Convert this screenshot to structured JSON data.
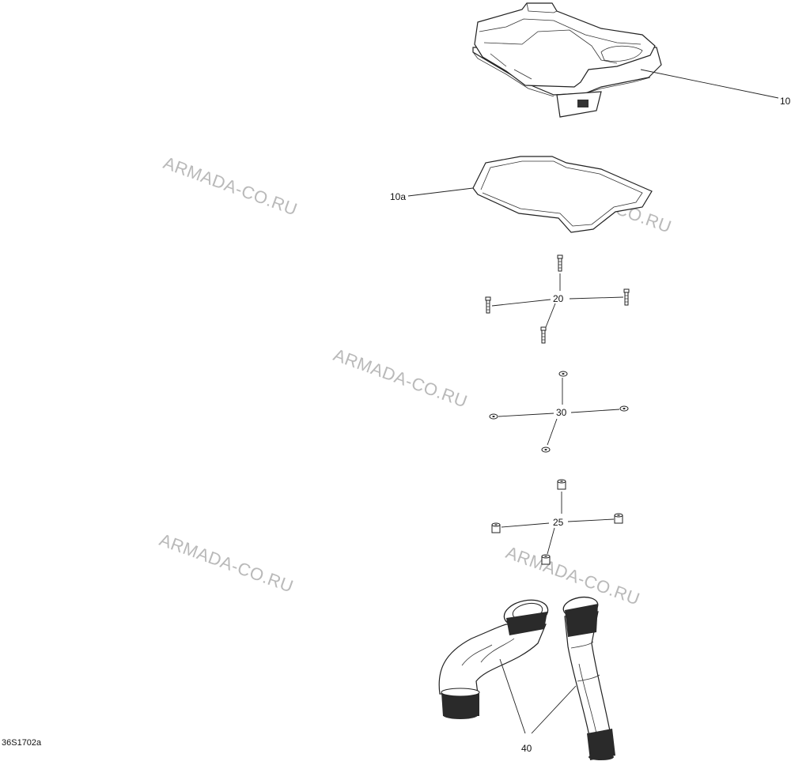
{
  "watermark": {
    "text": "ARMADA-CO.RU"
  },
  "callouts": {
    "airbox": "10",
    "gasket": "10a",
    "screw": "20",
    "washer": "30",
    "grommet": "25",
    "hose": "40"
  },
  "diagram_code": "36S1702a"
}
